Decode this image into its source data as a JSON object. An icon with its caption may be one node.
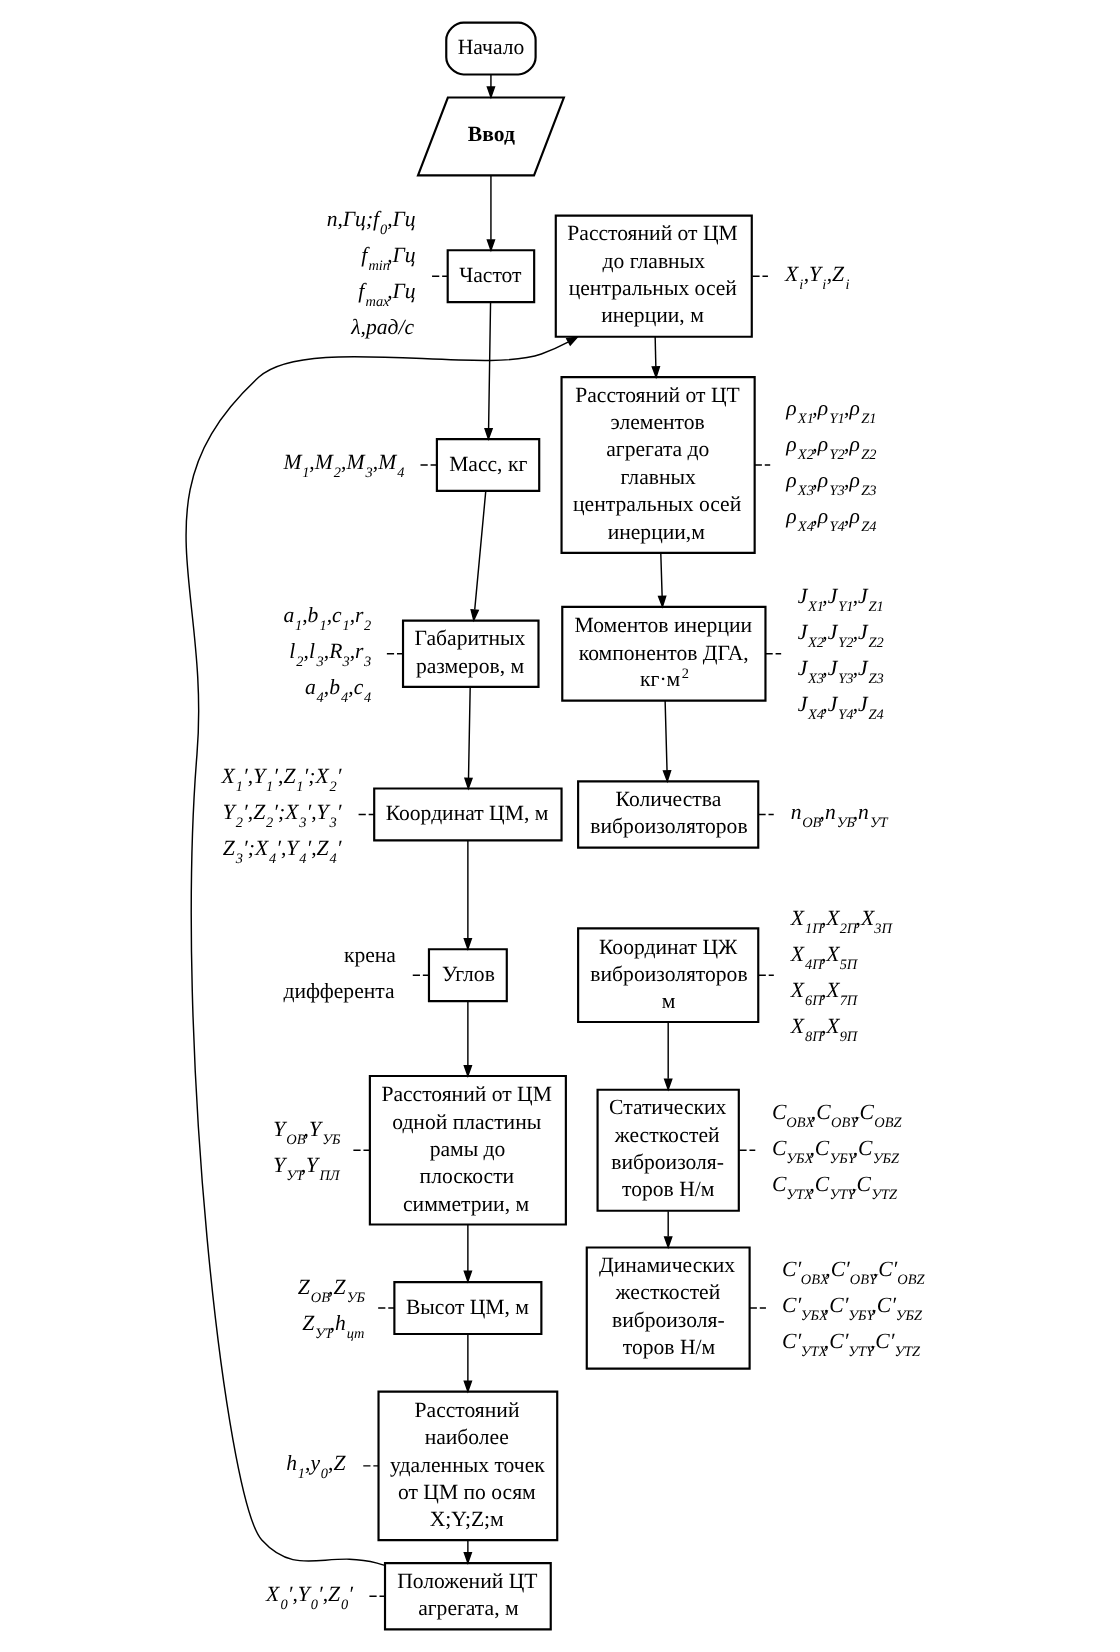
{
  "diagram": {
    "nodes": [
      {
        "text": [
          "Начало"
        ]
      },
      {
        "text": [
          "Ввод"
        ]
      },
      {
        "text": [
          "n,Гц;f$_{0}$,Гц",
          "f$_{min}$,Гц",
          "f$_{max}$,Гц",
          "λ,рад/с"
        ]
      },
      {
        "text": [
          "Частот"
        ]
      },
      {
        "text": [
          "M$_{1}$,M$_{2}$,M$_{3}$,M$_{4}$"
        ]
      },
      {
        "text": [
          "Масс, кг"
        ]
      },
      {
        "text": [
          "a$_{1}$,b$_{1}$,c$_{1}$,r$_{2}$",
          "l$_{2}$,l$_{3}$,R$_{3}$,r$_{3}$",
          "a$_{4}$,b$_{4}$,c$_{4}$"
        ]
      },
      {
        "text": [
          "Габаритных размеров, м"
        ]
      },
      {
        "text": [
          "X$_{1}$′,Y$_{1}$′,Z$_{1}$′;X$_{2}$′",
          "Y$_{2}$′,Z$_{2}$′;X$_{3}$′,Y$_{3}$′",
          "Z$_{3}$′;X$_{4}$′,Y$_{4}$′,Z$_{4}$′"
        ]
      },
      {
        "text": [
          "Координат ЦМ, м"
        ]
      },
      {
        "text": [
          "крена",
          "дифферента"
        ]
      },
      {
        "text": [
          "Углов"
        ]
      },
      {
        "text": [
          "Y$_{ОВ}$,Y$_{УБ}$",
          "Y$_{УТ}$,Y$_{ПЛ}$"
        ]
      },
      {
        "text": [
          "Расстояний от ЦМ одной пластины рамы до плоскости симметрии, м"
        ]
      },
      {
        "text": [
          "Z$_{ОВ}$,Z$_{УБ}$",
          "Z$_{УТ}$,h$_{цт}$"
        ]
      },
      {
        "text": [
          "Высот ЦМ, м"
        ]
      },
      {
        "text": [
          "h$_{1}$,y$_{0}$,Z"
        ]
      },
      {
        "text": [
          "Расстояний наиболее удаленных точек от ЦМ по осям X;Y;Z;м"
        ]
      },
      {
        "text": [
          "X$_{0}$′,Y$_{0}$′,Z$_{0}$′"
        ]
      },
      {
        "text": [
          "Положений ЦТ агрегата, м"
        ]
      },
      {
        "text": [
          "Расстояний от ЦМ до главных центральных осей инерции, м"
        ]
      },
      {
        "text": [
          "X$_{i}$,Y$_{i}$,Z$_{i}$"
        ]
      },
      {
        "text": [
          "Расстояний от ЦТ элементов агрегата до главных центральных осей инерции,м"
        ]
      },
      {
        "text": [
          "ρ$_{X1}$,ρ$_{Y1}$,ρ$_{Z1}$",
          "ρ$_{X2}$,ρ$_{Y2}$,ρ$_{Z2}$",
          "ρ$_{X3}$,ρ$_{Y3}$,ρ$_{Z3}$",
          "ρ$_{X4}$,ρ$_{Y4}$,ρ$_{Z4}$"
        ]
      },
      {
        "text": [
          "Моментов инерции компонентов ДГА, кг·м$^{2}$"
        ]
      },
      {
        "text": [
          "J$_{X1}$,J$_{Y1}$,J$_{Z1}$",
          "J$_{X2}$,J$_{Y2}$,J$_{Z2}$",
          "J$_{X3}$,J$_{Y3}$,J$_{Z3}$",
          "J$_{X4}$,J$_{Y4}$,J$_{Z4}$"
        ]
      },
      {
        "text": [
          "Количества виброизоляторов"
        ]
      },
      {
        "text": [
          "n$_{ОВ}$,n$_{УБ}$,n$_{УТ}$"
        ]
      },
      {
        "text": [
          "Координат ЦЖ виброизоляторов м"
        ]
      },
      {
        "text": [
          "X$_{1П}$,X$_{2П}$,X$_{3П}$",
          "X$_{4П}$,X$_{5П}$",
          "X$_{6П}$,X$_{7П}$",
          "X$_{8П}$,X$_{9П}$"
        ]
      },
      {
        "text": [
          "Статических жесткостей виброизоля- торов Н/м"
        ]
      },
      {
        "text": [
          "C$_{ОВX}$,C$_{ОВY}$,C$_{ОВZ}$",
          "C$_{УБX}$,C$_{УБY}$,C$_{УБZ}$",
          "C$_{УТX}$,C$_{УТY}$,C$_{УТZ}$"
        ]
      },
      {
        "text": [
          "Динамических жесткостей виброизоля- торов Н/м"
        ]
      },
      {
        "text": [
          "C′$_{ОВX}$,C′$_{ОВY}$,C′$_{ОВZ}$",
          "C′$_{УБX}$,C′$_{УБY}$,C′$_{УБZ}$",
          "C′$_{УТX}$,C′$_{УТY}$,C′$_{УТZ}$"
        ]
      }
    ],
    "edges": [
      {
        "from": 0,
        "to": 1,
        "arrow": "to"
      },
      {
        "from": 1,
        "to": 3,
        "arrow": "to"
      },
      {
        "from": 2,
        "to": 3,
        "arrow": "none",
        "style": "dashed"
      },
      {
        "from": 3,
        "to": 5,
        "arrow": "to"
      },
      {
        "from": 4,
        "to": 5,
        "arrow": "none",
        "style": "dashed"
      },
      {
        "from": 5,
        "to": 7,
        "arrow": "to"
      },
      {
        "from": 6,
        "to": 7,
        "arrow": "none",
        "style": "dashed"
      },
      {
        "from": 7,
        "to": 9,
        "arrow": "to"
      },
      {
        "from": 8,
        "to": 9,
        "arrow": "none",
        "style": "dashed"
      },
      {
        "from": 9,
        "to": 11,
        "arrow": "to"
      },
      {
        "from": 10,
        "to": 11,
        "arrow": "none",
        "style": "dashed"
      },
      {
        "from": 11,
        "to": 13,
        "arrow": "to"
      },
      {
        "from": 12,
        "to": 13,
        "arrow": "none",
        "style": "dashed"
      },
      {
        "from": 13,
        "to": 15,
        "arrow": "to"
      },
      {
        "from": 14,
        "to": 15,
        "arrow": "none",
        "style": "dashed"
      },
      {
        "from": 15,
        "to": 17,
        "arrow": "to"
      },
      {
        "from": 16,
        "to": 17,
        "arrow": "none",
        "style": "dashed"
      },
      {
        "from": 17,
        "to": 19,
        "arrow": "to"
      },
      {
        "from": 18,
        "to": 19,
        "arrow": "none",
        "style": "dashed"
      },
      {
        "from": 19,
        "to": 20,
        "arrow": "to"
      },
      {
        "from": 20,
        "to": 21,
        "arrow": "none",
        "style": "dashed"
      },
      {
        "from": 20,
        "to": 22,
        "arrow": "to"
      },
      {
        "from": 22,
        "to": 23,
        "arrow": "none",
        "style": "dashed"
      },
      {
        "from": 22,
        "to": 24,
        "arrow": "to"
      },
      {
        "from": 24,
        "to": 25,
        "arrow": "none",
        "style": "dashed"
      },
      {
        "from": 24,
        "to": 26,
        "arrow": "to"
      },
      {
        "from": 26,
        "to": 27,
        "arrow": "none",
        "style": "dashed"
      },
      {
        "from": 28,
        "to": 29,
        "arrow": "none",
        "style": "dashed"
      },
      {
        "from": 28,
        "to": 30,
        "arrow": "to"
      },
      {
        "from": 30,
        "to": 31,
        "arrow": "none",
        "style": "dashed"
      },
      {
        "from": 30,
        "to": 32,
        "arrow": "to"
      },
      {
        "from": 32,
        "to": 33,
        "arrow": "none",
        "style": "dashed"
      }
    ]
  }
}
